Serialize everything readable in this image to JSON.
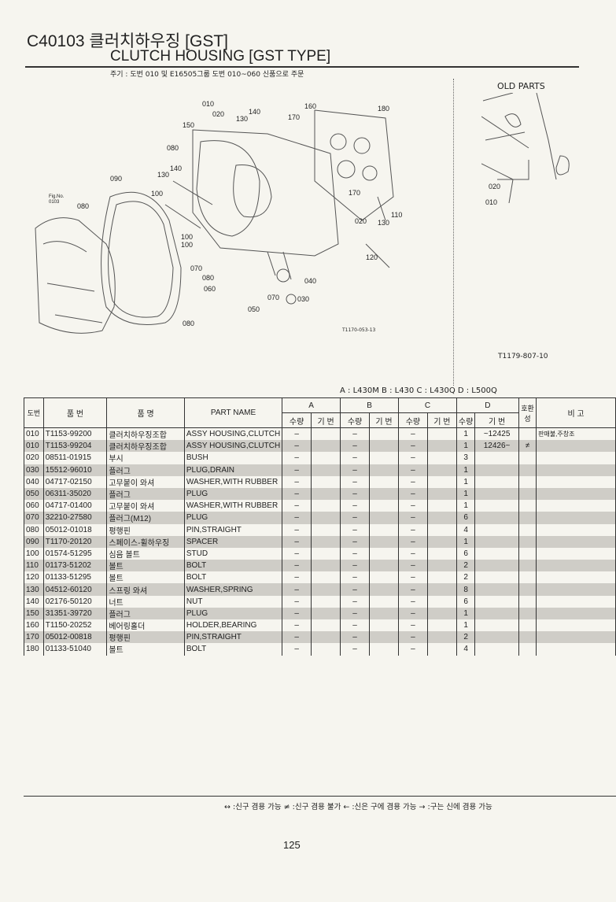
{
  "header": {
    "title_kr": "C40103 클러치하우징 [GST]",
    "title_en": "CLUTCH HOUSING [GST TYPE]",
    "note": "주기 : 도번 010 및 E16505그룹 도번 010~060 신품으로 주문"
  },
  "diagram": {
    "callouts": [
      "010",
      "020",
      "140",
      "130",
      "150",
      "160",
      "170",
      "180",
      "080",
      "140",
      "130",
      "090",
      "100",
      "080",
      "Fig.No.",
      "0103",
      "170",
      "110",
      "020",
      "130",
      "120",
      "100",
      "100",
      "070",
      "080",
      "060",
      "040",
      "070",
      "030",
      "050",
      "080"
    ],
    "code": "T1170-053-13"
  },
  "old_parts": {
    "title": "OLD PARTS",
    "callouts": [
      "020",
      "010"
    ],
    "code": "T1179-807-10"
  },
  "table": {
    "models": "A : L430M   B : L430   C : L430Q   D : L500Q",
    "headers": {
      "ref": "도번",
      "part_no": "품 번",
      "name_kr": "품 명",
      "name_en": "PART NAME",
      "a": "A",
      "b": "B",
      "c": "C",
      "d": "D",
      "qty": "수량",
      "serial": "기 번",
      "compat": "호환성",
      "remarks": "비 고"
    },
    "rows": [
      {
        "ref": "010",
        "part_no": "T1153-99200",
        "name_kr": "클러치하우징조합",
        "name_en": "ASSY HOUSING,CLUTCH",
        "a": "–",
        "b": "–",
        "c": "–",
        "d": "1",
        "d_serial": "~12425",
        "compat": "",
        "remarks": "판매불,주창조"
      },
      {
        "ref": "010",
        "part_no": "T1153-99204",
        "name_kr": "클러치하우징조합",
        "name_en": "ASSY HOUSING,CLUTCH",
        "a": "–",
        "b": "–",
        "c": "–",
        "d": "1",
        "d_serial": "12426~",
        "compat": "≠",
        "remarks": ""
      },
      {
        "ref": "020",
        "part_no": "08511-01915",
        "name_kr": "부시",
        "name_en": "BUSH",
        "a": "–",
        "b": "–",
        "c": "–",
        "d": "3",
        "d_serial": "",
        "compat": "",
        "remarks": ""
      },
      {
        "ref": "030",
        "part_no": "15512-96010",
        "name_kr": "플러그",
        "name_en": "PLUG,DRAIN",
        "a": "–",
        "b": "–",
        "c": "–",
        "d": "1",
        "d_serial": "",
        "compat": "",
        "remarks": ""
      },
      {
        "ref": "040",
        "part_no": "04717-02150",
        "name_kr": "고무붙이 와셔",
        "name_en": "WASHER,WITH RUBBER",
        "a": "–",
        "b": "–",
        "c": "–",
        "d": "1",
        "d_serial": "",
        "compat": "",
        "remarks": ""
      },
      {
        "ref": "050",
        "part_no": "06311-35020",
        "name_kr": "플러그",
        "name_en": "PLUG",
        "a": "–",
        "b": "–",
        "c": "–",
        "d": "1",
        "d_serial": "",
        "compat": "",
        "remarks": ""
      },
      {
        "ref": "060",
        "part_no": "04717-01400",
        "name_kr": "고무붙이 와셔",
        "name_en": "WASHER,WITH RUBBER",
        "a": "–",
        "b": "–",
        "c": "–",
        "d": "1",
        "d_serial": "",
        "compat": "",
        "remarks": ""
      },
      {
        "ref": "070",
        "part_no": "32210-27580",
        "name_kr": "플러그(M12)",
        "name_en": "PLUG",
        "a": "–",
        "b": "–",
        "c": "–",
        "d": "6",
        "d_serial": "",
        "compat": "",
        "remarks": ""
      },
      {
        "ref": "080",
        "part_no": "05012-01018",
        "name_kr": "평행핀",
        "name_en": "PIN,STRAIGHT",
        "a": "–",
        "b": "–",
        "c": "–",
        "d": "4",
        "d_serial": "",
        "compat": "",
        "remarks": ""
      },
      {
        "ref": "090",
        "part_no": "T1170-20120",
        "name_kr": "스페이스-휠하우징",
        "name_en": "SPACER",
        "a": "–",
        "b": "–",
        "c": "–",
        "d": "1",
        "d_serial": "",
        "compat": "",
        "remarks": ""
      },
      {
        "ref": "100",
        "part_no": "01574-51295",
        "name_kr": "심음 볼트",
        "name_en": "STUD",
        "a": "–",
        "b": "–",
        "c": "–",
        "d": "6",
        "d_serial": "",
        "compat": "",
        "remarks": ""
      },
      {
        "ref": "110",
        "part_no": "01173-51202",
        "name_kr": "볼트",
        "name_en": "BOLT",
        "a": "–",
        "b": "–",
        "c": "–",
        "d": "2",
        "d_serial": "",
        "compat": "",
        "remarks": ""
      },
      {
        "ref": "120",
        "part_no": "01133-51295",
        "name_kr": "볼트",
        "name_en": "BOLT",
        "a": "–",
        "b": "–",
        "c": "–",
        "d": "2",
        "d_serial": "",
        "compat": "",
        "remarks": ""
      },
      {
        "ref": "130",
        "part_no": "04512-60120",
        "name_kr": "스프링 와셔",
        "name_en": "WASHER,SPRING",
        "a": "–",
        "b": "–",
        "c": "–",
        "d": "8",
        "d_serial": "",
        "compat": "",
        "remarks": ""
      },
      {
        "ref": "140",
        "part_no": "02176-50120",
        "name_kr": "너트",
        "name_en": "NUT",
        "a": "–",
        "b": "–",
        "c": "–",
        "d": "6",
        "d_serial": "",
        "compat": "",
        "remarks": ""
      },
      {
        "ref": "150",
        "part_no": "31351-39720",
        "name_kr": "플러그",
        "name_en": "PLUG",
        "a": "–",
        "b": "–",
        "c": "–",
        "d": "1",
        "d_serial": "",
        "compat": "",
        "remarks": ""
      },
      {
        "ref": "160",
        "part_no": "T1150-20252",
        "name_kr": "베어링홀더",
        "name_en": "HOLDER,BEARING",
        "a": "–",
        "b": "–",
        "c": "–",
        "d": "1",
        "d_serial": "",
        "compat": "",
        "remarks": ""
      },
      {
        "ref": "170",
        "part_no": "05012-00818",
        "name_kr": "평행핀",
        "name_en": "PIN,STRAIGHT",
        "a": "–",
        "b": "–",
        "c": "–",
        "d": "2",
        "d_serial": "",
        "compat": "",
        "remarks": ""
      },
      {
        "ref": "180",
        "part_no": "01133-51040",
        "name_kr": "볼트",
        "name_en": "BOLT",
        "a": "–",
        "b": "–",
        "c": "–",
        "d": "4",
        "d_serial": "",
        "compat": "",
        "remarks": ""
      }
    ]
  },
  "footer": {
    "legend": "↔ :신구 겸용 가능    ≠ :신구 겸용 불가    ← :신은 구에 겸용 가능    → :구는 신에 겸용 가능",
    "page_number": "125"
  }
}
